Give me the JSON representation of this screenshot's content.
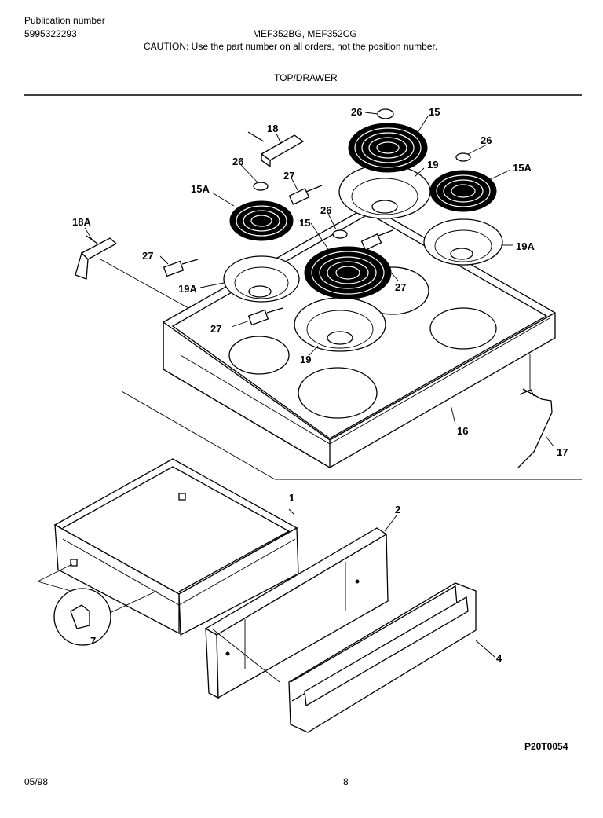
{
  "header": {
    "publication_label": "Publication number",
    "publication_number": "5995322293",
    "models": "MEF352BG, MEF352CG",
    "caution": "CAUTION:  Use the part number on all orders, not the position number.",
    "section_title": "TOP/DRAWER"
  },
  "callouts": {
    "c26a": "26",
    "c15a": "15",
    "c18": "18",
    "c26b": "26",
    "c26c": "26",
    "c15Aa": "15A",
    "c27a": "27",
    "c19a": "19",
    "c15Ab": "15A",
    "c18A": "18A",
    "c26d": "26",
    "c15b": "15",
    "c27b": "27",
    "c19Aa": "19A",
    "c19Ab": "19A",
    "c27c": "27",
    "c27d": "27",
    "c19b": "19",
    "c16": "16",
    "c17": "17",
    "c1": "1",
    "c2": "2",
    "c4": "4",
    "c7": "7"
  },
  "footer": {
    "date": "05/98",
    "page": "8",
    "diagram_code": "P20T0054"
  }
}
